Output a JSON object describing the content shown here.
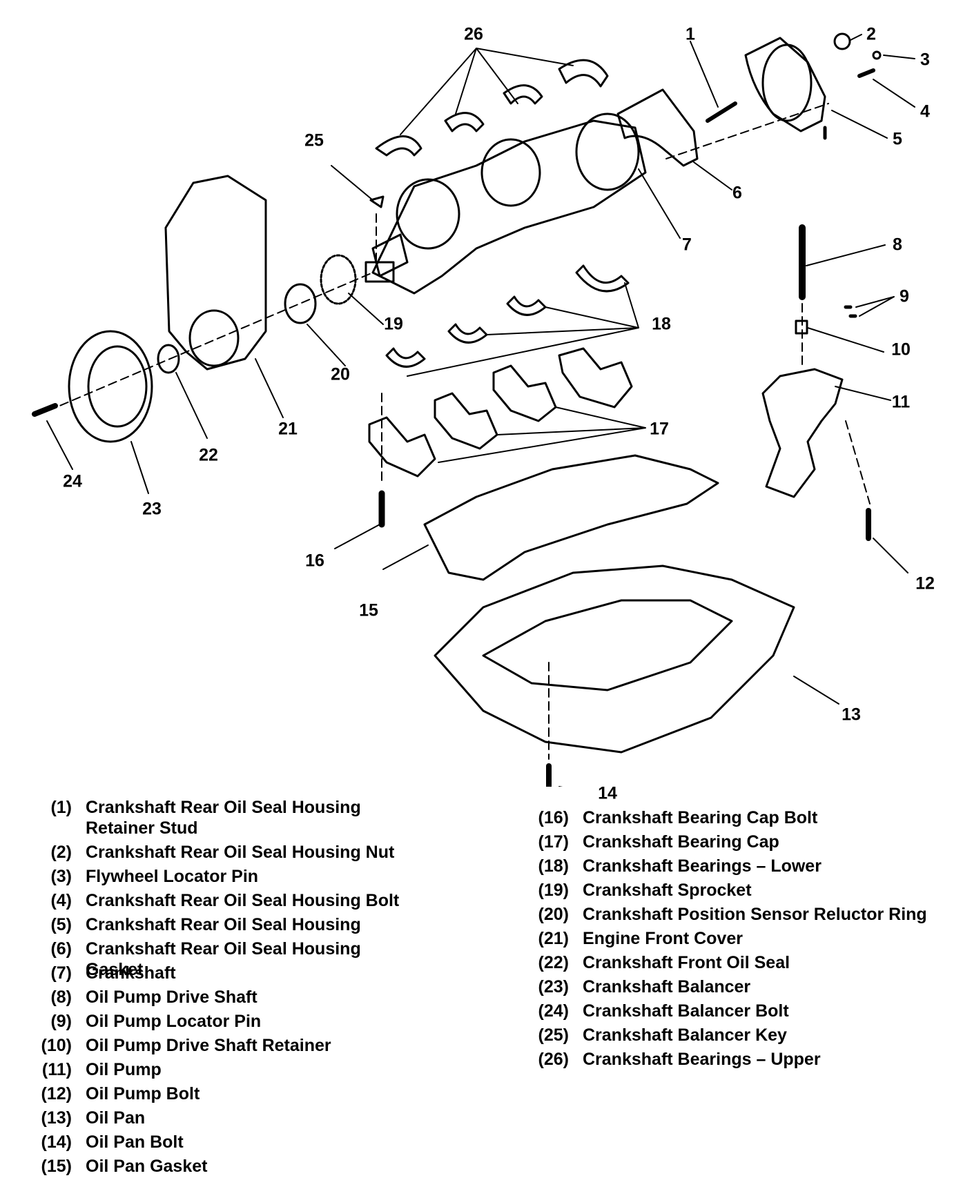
{
  "callouts": [
    {
      "id": "1",
      "label": "1"
    },
    {
      "id": "2",
      "label": "2"
    },
    {
      "id": "3",
      "label": "3"
    },
    {
      "id": "4",
      "label": "4"
    },
    {
      "id": "5",
      "label": "5"
    },
    {
      "id": "6",
      "label": "6"
    },
    {
      "id": "7",
      "label": "7"
    },
    {
      "id": "8",
      "label": "8"
    },
    {
      "id": "9",
      "label": "9"
    },
    {
      "id": "10",
      "label": "10"
    },
    {
      "id": "11",
      "label": "11"
    },
    {
      "id": "12",
      "label": "12"
    },
    {
      "id": "13",
      "label": "13"
    },
    {
      "id": "14",
      "label": "14"
    },
    {
      "id": "15",
      "label": "15"
    },
    {
      "id": "16",
      "label": "16"
    },
    {
      "id": "17",
      "label": "17"
    },
    {
      "id": "18",
      "label": "18"
    },
    {
      "id": "19",
      "label": "19"
    },
    {
      "id": "20",
      "label": "20"
    },
    {
      "id": "21",
      "label": "21"
    },
    {
      "id": "22",
      "label": "22"
    },
    {
      "id": "23",
      "label": "23"
    },
    {
      "id": "24",
      "label": "24"
    },
    {
      "id": "25",
      "label": "25"
    },
    {
      "id": "26",
      "label": "26"
    }
  ],
  "legend_left": [
    {
      "num": "(1)",
      "text": "Crankshaft Rear Oil Seal Housing Retainer Stud"
    },
    {
      "num": "(2)",
      "text": "Crankshaft Rear Oil Seal Housing Nut"
    },
    {
      "num": "(3)",
      "text": "Flywheel Locator Pin"
    },
    {
      "num": "(4)",
      "text": "Crankshaft Rear Oil Seal Housing Bolt"
    },
    {
      "num": "(5)",
      "text": "Crankshaft Rear Oil Seal Housing"
    },
    {
      "num": "(6)",
      "text": "Crankshaft Rear Oil Seal Housing Gasket"
    },
    {
      "num": "(7)",
      "text": "Crankshaft"
    },
    {
      "num": "(8)",
      "text": "Oil Pump Drive Shaft"
    },
    {
      "num": "(9)",
      "text": "Oil Pump Locator Pin"
    },
    {
      "num": "(10)",
      "text": "Oil Pump Drive Shaft Retainer"
    },
    {
      "num": "(11)",
      "text": "Oil Pump"
    },
    {
      "num": "(12)",
      "text": "Oil Pump Bolt"
    },
    {
      "num": "(13)",
      "text": "Oil Pan"
    },
    {
      "num": "(14)",
      "text": "Oil Pan Bolt"
    },
    {
      "num": "(15)",
      "text": "Oil Pan Gasket"
    }
  ],
  "legend_right": [
    {
      "num": "(16)",
      "text": "Crankshaft Bearing Cap Bolt"
    },
    {
      "num": "(17)",
      "text": "Crankshaft Bearing Cap"
    },
    {
      "num": "(18)",
      "text": "Crankshaft Bearings – Lower"
    },
    {
      "num": "(19)",
      "text": "Crankshaft Sprocket"
    },
    {
      "num": "(20)",
      "text": "Crankshaft Position Sensor Reluctor Ring"
    },
    {
      "num": "(21)",
      "text": "Engine Front Cover"
    },
    {
      "num": "(22)",
      "text": "Crankshaft Front Oil Seal"
    },
    {
      "num": "(23)",
      "text": "Crankshaft Balancer"
    },
    {
      "num": "(24)",
      "text": "Crankshaft Balancer Bolt"
    },
    {
      "num": "(25)",
      "text": "Crankshaft Balancer Key"
    },
    {
      "num": "(26)",
      "text": "Crankshaft Bearings – Upper"
    }
  ]
}
